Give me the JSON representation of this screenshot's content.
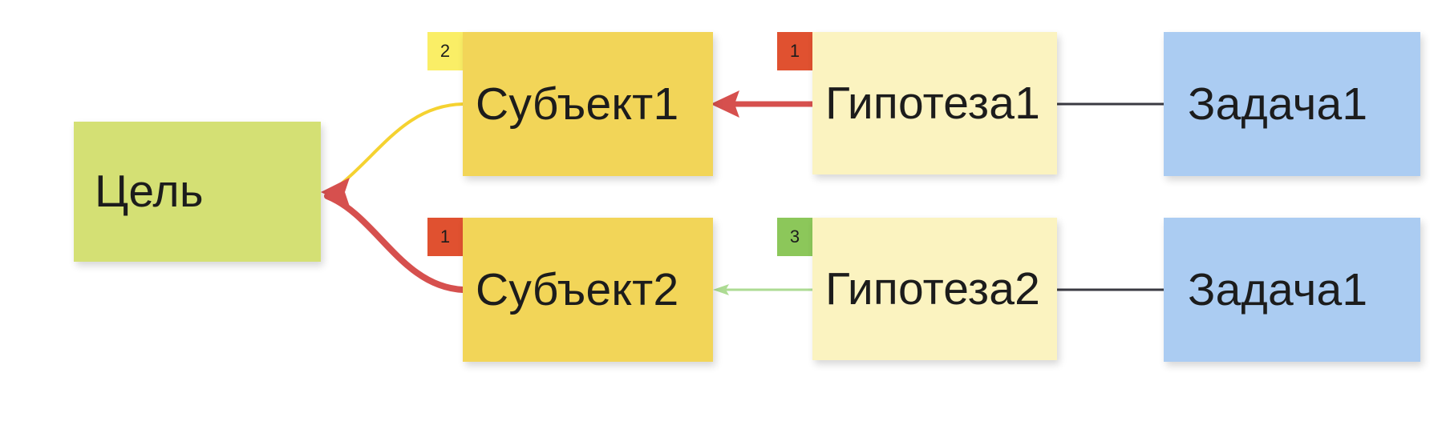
{
  "diagram": {
    "title": "Goal-Subject-Hypothesis-Task diagram",
    "background": "#ffffff",
    "colors": {
      "goal": "#d4e074",
      "subject": "#f2d558",
      "hypothesis": "#fbf3c0",
      "task": "#abccf2",
      "badge_yellow": "#faee66",
      "badge_red": "#e05130",
      "badge_green": "#8cc75a",
      "edge_red": "#d6504e",
      "edge_yellow": "#f5d230",
      "edge_green": "#addb93",
      "edge_dark": "#3a3a42",
      "text": "#1c1c1c"
    },
    "nodes": {
      "goal": {
        "label": "Цель"
      },
      "subject1": {
        "label": "Субъект1",
        "badge": "2",
        "badge_color": "#faee66"
      },
      "subject2": {
        "label": "Субъект2",
        "badge": "1",
        "badge_color": "#e05130"
      },
      "hypothesis1": {
        "label": "Гипотеза1",
        "badge": "1",
        "badge_color": "#e05130"
      },
      "hypothesis2": {
        "label": "Гипотеза2",
        "badge": "3",
        "badge_color": "#8cc75a"
      },
      "task1": {
        "label": "Задача1"
      },
      "task2": {
        "label": "Задача1"
      }
    },
    "edges": [
      {
        "name": "subject1-to-goal",
        "from": "Субъект1",
        "to": "Цель",
        "color": "#f5d230",
        "style": "curved-thin"
      },
      {
        "name": "subject2-to-goal",
        "from": "Субъект2",
        "to": "Цель",
        "color": "#d6504e",
        "style": "curved-thick"
      },
      {
        "name": "hypothesis1-to-subject1",
        "from": "Гипотеза1",
        "to": "Субъект1",
        "color": "#d6504e",
        "style": "straight-thick"
      },
      {
        "name": "hypothesis2-to-subject2",
        "from": "Гипотеза2",
        "to": "Субъект2",
        "color": "#addb93",
        "style": "straight-thin"
      },
      {
        "name": "task1-to-hypothesis1",
        "from": "Задача1",
        "to": "Гипотеза1",
        "color": "#3a3a42",
        "style": "straight-thin"
      },
      {
        "name": "task2-to-hypothesis2",
        "from": "Задача1",
        "to": "Гипотеза2",
        "color": "#3a3a42",
        "style": "straight-thin"
      }
    ]
  }
}
